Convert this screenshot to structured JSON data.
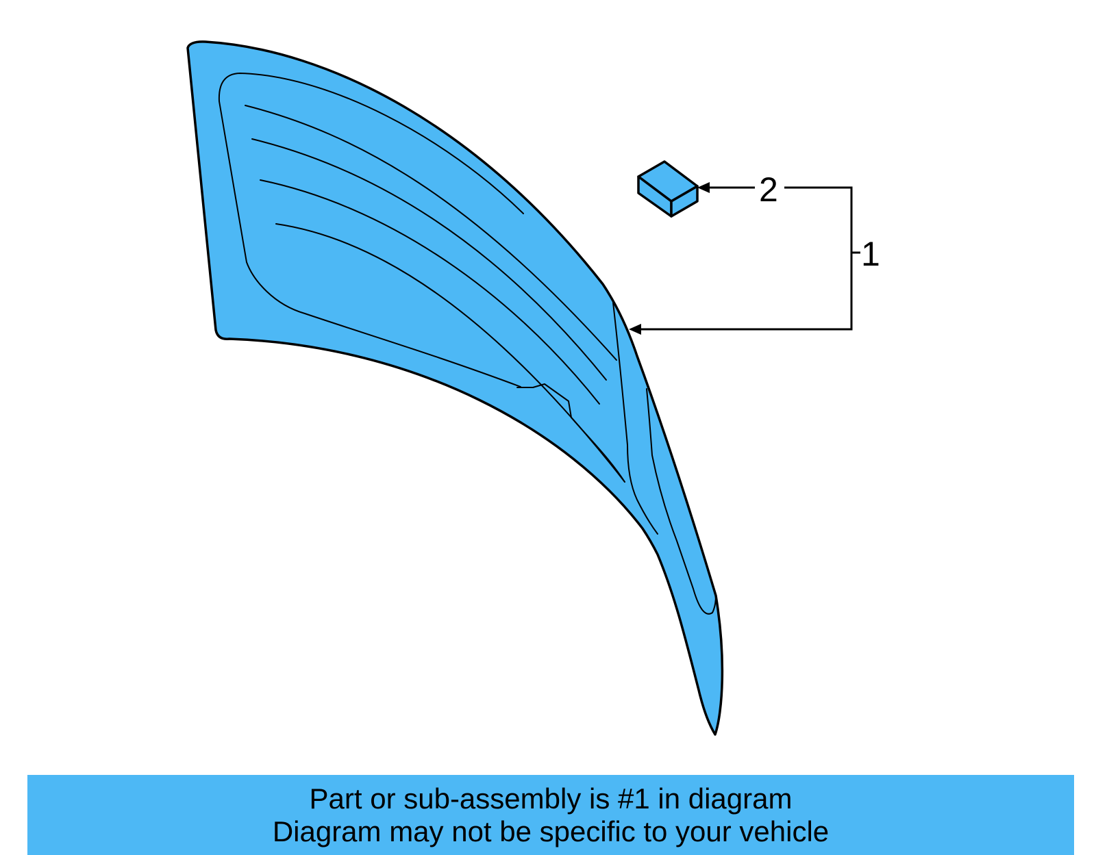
{
  "diagram": {
    "callouts": {
      "part_1": "1",
      "part_2": "2"
    }
  },
  "caption": {
    "line1": "Part or sub-assembly is #1 in diagram",
    "line2": "Diagram may not be specific to your vehicle"
  },
  "colors": {
    "part_fill": "#4db8f5",
    "caption_background": "#4db8f5",
    "outline": "#000000"
  }
}
